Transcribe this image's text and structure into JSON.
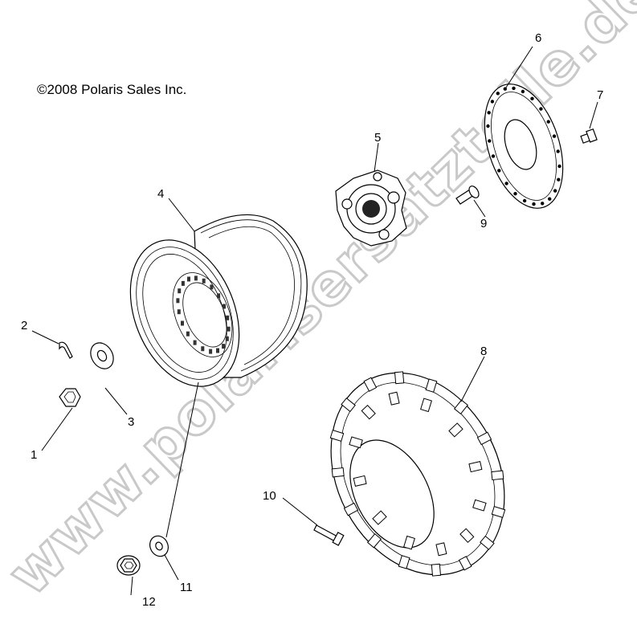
{
  "copyright": "©2008 Polaris Sales Inc.",
  "watermark": "www.polarisersatzteile.de",
  "callouts": {
    "c1": "1",
    "c2": "2",
    "c3": "3",
    "c4": "4",
    "c5": "5",
    "c6": "6",
    "c7": "7",
    "c8": "8",
    "c9": "9",
    "c10": "10",
    "c11": "11",
    "c12": "12"
  },
  "colors": {
    "line": "#000000",
    "watermark_outline": "#c9c9c9",
    "background": "#ffffff"
  }
}
